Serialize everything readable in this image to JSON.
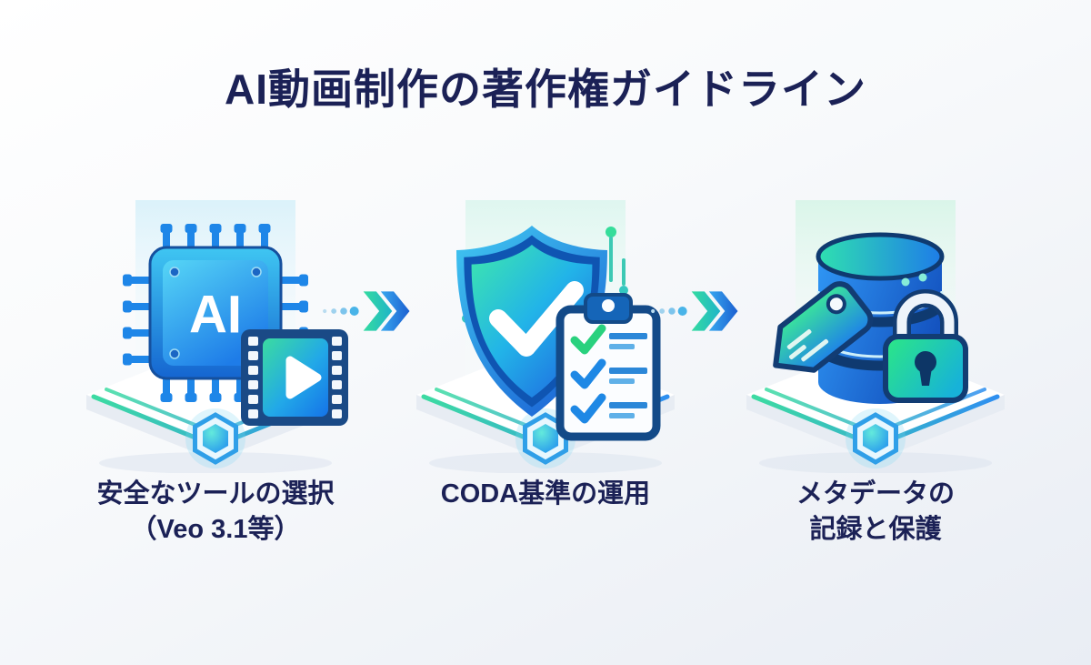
{
  "title": "AI動画制作の著作権ガイドライン",
  "chip_label": "AI",
  "steps": [
    {
      "name": "safe-tool-selection",
      "label_line1": "安全なツールの選択",
      "label_line2": "（Veo 3.1等）",
      "icon": "ai-chip-with-film-strip"
    },
    {
      "name": "coda-standard-operation",
      "label_line1": "CODA基準の運用",
      "label_line2": "",
      "icon": "shield-check-with-clipboard"
    },
    {
      "name": "metadata-record-protection",
      "label_line1": "メタデータの",
      "label_line2": "記録と保護",
      "icon": "database-with-tag-and-lock"
    }
  ],
  "connectors": [
    {
      "name": "arrow-1",
      "icon": "double-chevron-arrow-with-dots"
    },
    {
      "name": "arrow-2",
      "icon": "double-chevron-arrow-with-dots"
    }
  ],
  "colors": {
    "background_top": "#ffffff",
    "background_bottom": "#e9edf4",
    "title_text": "#1b2156",
    "accent_blue": "#1e7de5",
    "accent_cyan": "#38c6f0",
    "accent_teal": "#2fd6a4",
    "check_green": "#29d17e",
    "icon_outline_navy": "#123c73",
    "platform_white": "#ffffff"
  }
}
